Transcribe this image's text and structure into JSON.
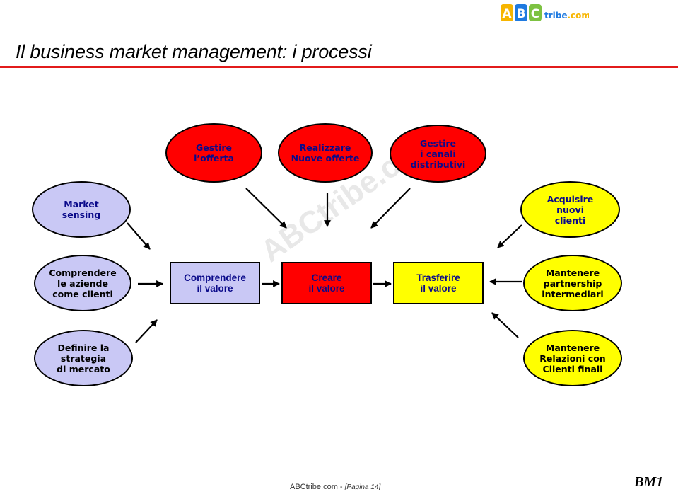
{
  "logo": {
    "letters": [
      "A",
      "B",
      "C"
    ],
    "suffix": "tribe",
    "domain": ".com"
  },
  "title": "Il business market management: i processi",
  "watermark": "ABCtribe.com",
  "nodes": {
    "gestire_offerta": "Gestire\nl’offerta",
    "realizzare_offerte": "Realizzare\nNuove offerte",
    "gestire_canali": "Gestire\ni canali\ndistributivi",
    "market_sensing": "Market\nsensing",
    "acquisire_clienti": "Acquisire\nnuovi\nclienti",
    "comprendere_aziende": "Comprendere\nle aziende\ncome clienti",
    "comprendere_valore": "Comprendere\nil valore",
    "creare_valore": "Creare\nil valore",
    "trasferire_valore": "Trasferire\nil valore",
    "mantenere_partnership": "Mantenere\npartnership\nintermediari",
    "definire_strategia": "Definire la\nstrategia\ndi mercato",
    "mantenere_relazioni": "Mantenere\nRelazioni con\nClienti finali"
  },
  "footer": {
    "site": "ABCtribe.com",
    "separator": " - ",
    "page": "[Pagina 14]"
  },
  "slide_code": "BM1",
  "colors": {
    "red": "#ff0000",
    "lavender": "#c9c8f5",
    "yellow": "#ffff00",
    "text_blue": "#0a0a8a",
    "rule": "#e21b1b"
  }
}
